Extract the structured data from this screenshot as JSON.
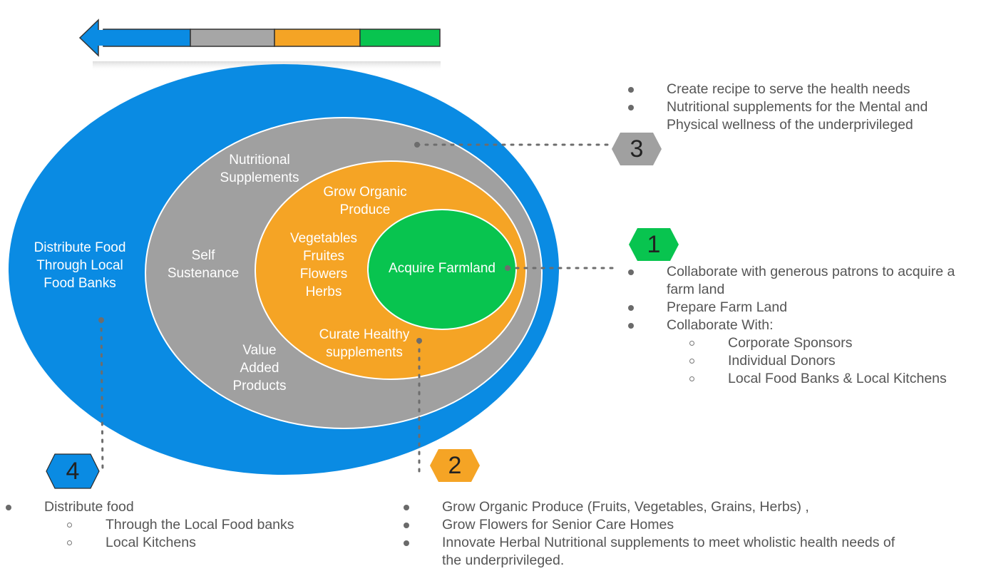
{
  "colors": {
    "blue": "#0a8be3",
    "gray": "#a0a0a0",
    "orange": "#f5a425",
    "green": "#08c44f",
    "text": "#555555"
  },
  "progress_arrow": {
    "icon": "left-arrow-icon",
    "segments": [
      "blue",
      "gray",
      "orange",
      "green"
    ]
  },
  "rings": {
    "outer": {
      "lines": [
        "Distribute Food",
        "Through Local",
        "Food Banks"
      ]
    },
    "gray_top": {
      "lines": [
        "Nutritional",
        "Supplements"
      ]
    },
    "gray_left": {
      "lines": [
        "Self",
        "Sustenance"
      ]
    },
    "gray_bottom": {
      "lines": [
        "Value",
        "Added",
        "Products"
      ]
    },
    "orange_top": {
      "lines": [
        "Grow Organic",
        "Produce"
      ]
    },
    "orange_left": {
      "lines": [
        "Vegetables",
        "Fruites",
        "Flowers",
        "Herbs"
      ]
    },
    "orange_bottom": {
      "lines": [
        "Curate Healthy",
        "supplements"
      ]
    },
    "green": {
      "lines": [
        "Acquire Farmland"
      ]
    }
  },
  "badges": {
    "one": "1",
    "two": "2",
    "three": "3",
    "four": "4"
  },
  "lists": {
    "one": {
      "items": [
        {
          "text": "Collaborate with generous patrons to acquire a",
          "cont": "farm land"
        },
        {
          "text": "Prepare Farm Land"
        },
        {
          "text": "Collaborate With:"
        }
      ],
      "subitems": [
        "Corporate Sponsors",
        "Individual Donors",
        "Local Food Banks & Local Kitchens"
      ]
    },
    "two": {
      "items": [
        {
          "text": "Grow Organic Produce (Fruits, Vegetables, Grains, Herbs) ,"
        },
        {
          "text": "Grow Flowers for Senior Care Homes"
        },
        {
          "text": "Innovate Herbal Nutritional supplements to meet wholistic health needs of",
          "cont": "the underprivileged."
        }
      ]
    },
    "three": {
      "items": [
        {
          "text": "Create recipe to serve the health needs"
        },
        {
          "text": "Nutritional supplements for the Mental and",
          "cont": "Physical wellness of the underprivileged"
        }
      ]
    },
    "four": {
      "items": [
        {
          "text": "Distribute food"
        }
      ],
      "subitems": [
        "Through the Local Food banks",
        "Local Kitchens"
      ]
    }
  }
}
